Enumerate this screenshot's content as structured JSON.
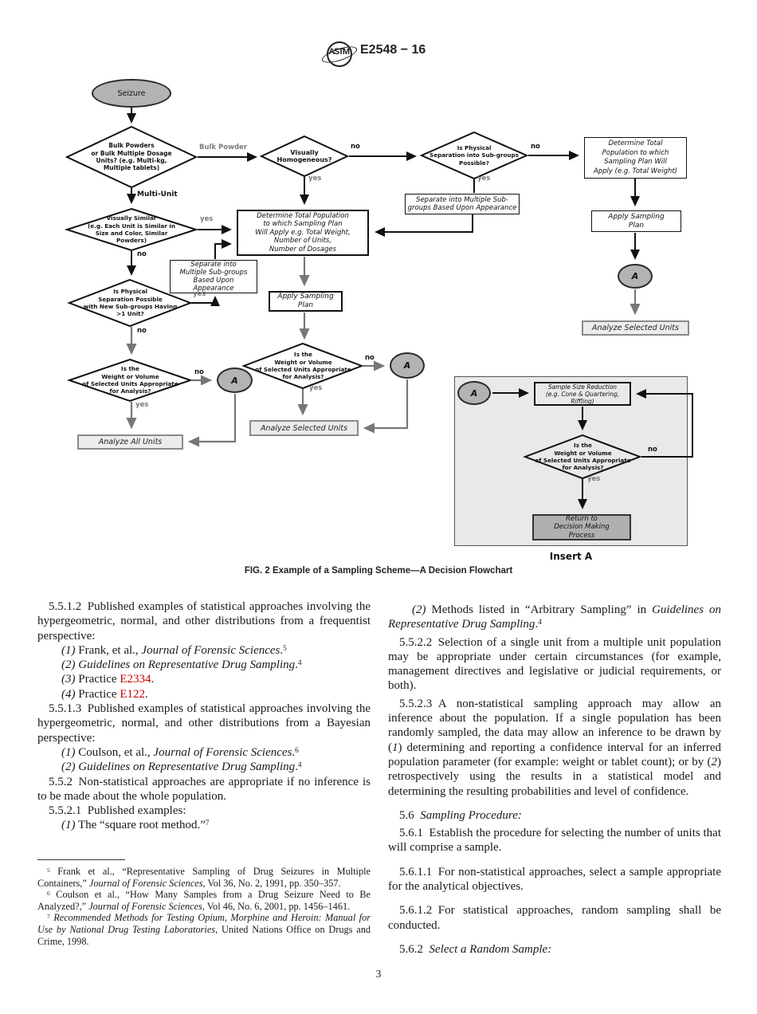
{
  "header": {
    "doc_code": "E2548 − 16",
    "logo_text": "ASTM"
  },
  "flowchart": {
    "caption": "FIG. 2 Example of a Sampling Scheme—A Decision Flowchart",
    "insert_a_label": "Insert A",
    "labels": {
      "yes": "yes",
      "no": "no",
      "bulk_powder": "Bulk Powder",
      "multi_unit": "Multi-Unit"
    },
    "nodes": {
      "a": "A",
      "seizure": "Seizure",
      "bulk_units": "Bulk Powders\nor Bulk Multiple Dosage\nUnits? (e.g. Multi-kg,\nMultiple tablets)",
      "visually_homogeneous": "Visually\nHomogeneous?",
      "physical_separation_subgroups": "Is Physical\nSeparation into Sub-groups\nPossible?",
      "visually_similar": "Visually Similar\n(e.g. Each Unit is Similar in\nSize and Color, Similar\nPowders)",
      "physical_separation_new": "Is Physical\nSeparation Possible\nwith New Sub-groups Having\n>1 Unit?",
      "weight_volume": "Is the\nWeight or Volume\nof Selected Units Appropriate\nfor Analysis?",
      "determine_mid": "Determine Total Population\nto which Sampling Plan\nWill Apply e.g. Total Weight,\nNumber of Units,\nNumber of Dosages",
      "determine_right": "Determine Total\nPopulation to which\nSampling Plan Will\nApply (e.g. Total Weight)",
      "separate_right": "Separate into Multiple Sub-\ngroups Based Upon Appearance",
      "separate_left": "Separate into\nMultiple Sub-groups\nBased Upon\nAppearance",
      "apply_sampling": "Apply Sampling\nPlan",
      "analyze_selected": "Analyze Selected Units",
      "analyze_all": "Analyze All Units",
      "sample_size_reduction": "Sample Size Reduction\n(e.g. Cone & Quartering,\nRiffling)",
      "return_process": "Return to\nDecision Making\nProcess"
    }
  },
  "body": {
    "left_col": [
      {
        "type": "p",
        "seg": [
          {
            "t": "5.5.1.2 Published examples of statistical approaches involving the hypergeometric, normal, and other distributions from a frequentist perspective:"
          }
        ]
      },
      {
        "type": "li",
        "seg": [
          {
            "t": "(1)",
            "s": "i"
          },
          {
            "t": " Frank, et al., "
          },
          {
            "t": "Journal of Forensic Sciences",
            "s": "i"
          },
          {
            "t": "."
          },
          {
            "t": "5",
            "s": "sup"
          }
        ]
      },
      {
        "type": "li",
        "seg": [
          {
            "t": "(2) ",
            "s": "i"
          },
          {
            "t": "Guidelines on Representative Drug Sampling",
            "s": "i"
          },
          {
            "t": "."
          },
          {
            "t": "4",
            "s": "sup"
          }
        ]
      },
      {
        "type": "li",
        "seg": [
          {
            "t": "(3)",
            "s": "i"
          },
          {
            "t": " Practice "
          },
          {
            "t": "E2334",
            "s": "red"
          },
          {
            "t": "."
          }
        ]
      },
      {
        "type": "li",
        "seg": [
          {
            "t": "(4)",
            "s": "i"
          },
          {
            "t": " Practice "
          },
          {
            "t": "E122",
            "s": "red"
          },
          {
            "t": "."
          }
        ]
      },
      {
        "type": "p",
        "seg": [
          {
            "t": "5.5.1.3 Published examples of statistical approaches involving the hypergeometric, normal, and other distributions from a Bayesian perspective:"
          }
        ]
      },
      {
        "type": "li",
        "seg": [
          {
            "t": "(1)",
            "s": "i"
          },
          {
            "t": " Coulson, et al., "
          },
          {
            "t": "Journal of Forensic Sciences",
            "s": "i"
          },
          {
            "t": "."
          },
          {
            "t": "6",
            "s": "sup"
          }
        ]
      },
      {
        "type": "li",
        "seg": [
          {
            "t": "(2) ",
            "s": "i"
          },
          {
            "t": "Guidelines on Representative Drug Sampling",
            "s": "i"
          },
          {
            "t": "."
          },
          {
            "t": "4",
            "s": "sup"
          }
        ]
      },
      {
        "type": "p",
        "seg": [
          {
            "t": "5.5.2 Non-statistical approaches are appropriate if no inference is to be made about the whole population."
          }
        ]
      },
      {
        "type": "p",
        "seg": [
          {
            "t": "5.5.2.1 Published examples:"
          }
        ]
      },
      {
        "type": "li",
        "seg": [
          {
            "t": "(1)",
            "s": "i"
          },
          {
            "t": " The “square root method.”"
          },
          {
            "t": "7",
            "s": "sup"
          }
        ]
      }
    ],
    "footnotes": [
      {
        "type": "fn",
        "seg": [
          {
            "t": "5",
            "s": "sup"
          },
          {
            "t": " Frank et al., “Representative Sampling of Drug Seizures in Multiple Containers,” "
          },
          {
            "t": "Journal of Forensic Sciences",
            "s": "i"
          },
          {
            "t": ", Vol 36, No. 2, 1991, pp. 350–357."
          }
        ]
      },
      {
        "type": "fn",
        "seg": [
          {
            "t": "6",
            "s": "sup"
          },
          {
            "t": " Coulson et al., “How Many Samples from a Drug Seizure Need to Be Analyzed?,” "
          },
          {
            "t": "Journal of Forensic Sciences",
            "s": "i"
          },
          {
            "t": ", Vol 46, No. 6, 2001, pp. 1456–1461."
          }
        ]
      },
      {
        "type": "fn",
        "seg": [
          {
            "t": "7",
            "s": "sup"
          },
          {
            "t": " "
          },
          {
            "t": "Recommended Methods for Testing Opium, Morphine and Heroin: Manual for Use by National Drug Testing Laboratories",
            "s": "i"
          },
          {
            "t": ", United Nations Office on Drugs and Crime, 1998."
          }
        ]
      }
    ],
    "right_col": [
      {
        "type": "li",
        "seg": [
          {
            "t": "(2)",
            "s": "i"
          },
          {
            "t": " Methods listed in “Arbitrary Sampling” in "
          },
          {
            "t": "Guidelines on Representative Drug Sampling",
            "s": "i"
          },
          {
            "t": "."
          },
          {
            "t": "4",
            "s": "sup"
          }
        ]
      },
      {
        "type": "p",
        "seg": [
          {
            "t": "5.5.2.2 Selection of a single unit from a multiple unit population may be appropriate under certain circumstances (for example, management directives and legislative or judicial requirements, or both)."
          }
        ]
      },
      {
        "type": "p",
        "seg": [
          {
            "t": "5.5.2.3 A non-statistical sampling approach may allow an inference about the population. If a single population has been randomly sampled, the data may allow an inference to be drawn by ("
          },
          {
            "t": "1",
            "s": "i"
          },
          {
            "t": ") determining and reporting a confidence interval for an inferred population parameter (for example: weight or tablet count); or by ("
          },
          {
            "t": "2",
            "s": "i"
          },
          {
            "t": ") retrospectively using the results in a statistical model and determining the resulting probabilities and level of confidence."
          }
        ]
      },
      {
        "type": "p big",
        "seg": [
          {
            "t": "5.6 "
          },
          {
            "t": "Sampling Procedure:",
            "s": "i"
          }
        ]
      },
      {
        "type": "p",
        "seg": [
          {
            "t": "5.6.1 Establish the procedure for selecting the number of units that will comprise a sample."
          }
        ]
      },
      {
        "type": "p big",
        "seg": [
          {
            "t": "5.6.1.1 For non-statistical approaches, select a sample appropriate for the analytical objectives."
          }
        ]
      },
      {
        "type": "p big",
        "seg": [
          {
            "t": "5.6.1.2 For statistical approaches, random sampling shall be conducted."
          }
        ]
      },
      {
        "type": "p big",
        "seg": [
          {
            "t": "5.6.2 "
          },
          {
            "t": "Select a Random Sample:",
            "s": "i"
          }
        ]
      }
    ]
  },
  "page_number": "3"
}
